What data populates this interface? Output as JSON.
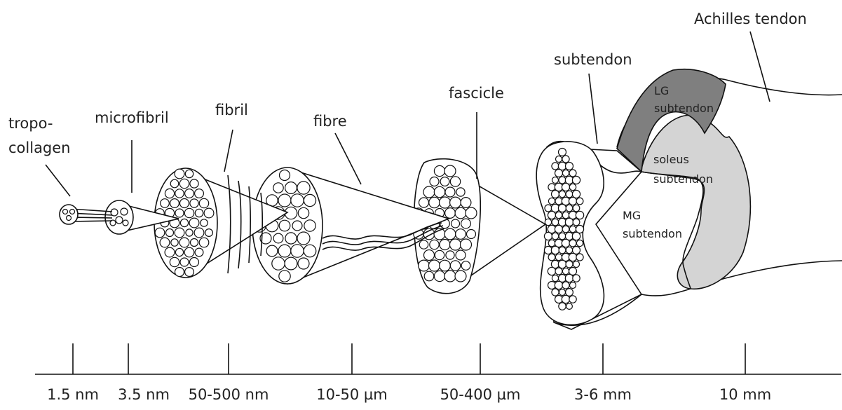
{
  "labels": {
    "tropocollagen_line1": "tropo-",
    "tropocollagen_line2": "collagen",
    "microfibril": "microfibril",
    "fibril": "fibril",
    "fibre": "fibre",
    "fascicle": "fascicle",
    "subtendon": "subtendon",
    "achilles": "Achilles tendon",
    "lg_line1": "LG",
    "lg_line2": "subtendon",
    "soleus_line1": "soleus",
    "soleus_line2": "subtendon",
    "mg_line1": "MG",
    "mg_line2": "subtendon"
  },
  "scale": {
    "ticks": [
      "1.5 nm",
      "3.5 nm",
      "50-500 nm",
      "10-50 µm",
      "50-400 µm",
      "3-6 mm",
      "10 mm"
    ]
  },
  "colors": {
    "lg_fill": "#7f7f7f",
    "soleus_fill": "#d4d4d4",
    "line": "#111111"
  }
}
